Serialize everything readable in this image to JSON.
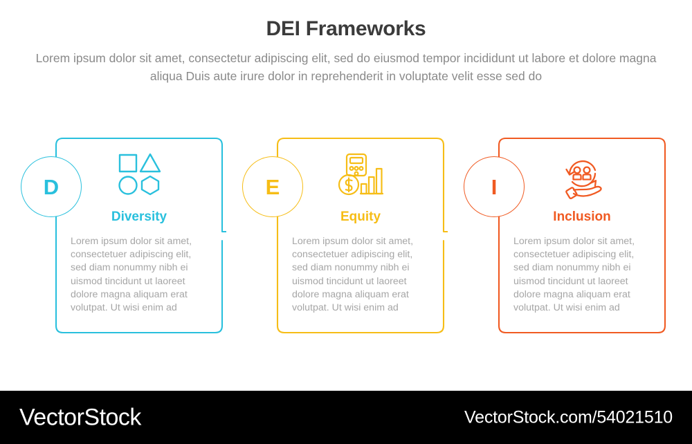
{
  "header": {
    "title": "DEI Frameworks",
    "subtitle": "Lorem ipsum dolor sit amet, consectetur adipiscing elit, sed do eiusmod tempor incididunt ut labore et dolore magna aliqua Duis aute irure dolor in reprehenderit in voluptate velit esse sed do"
  },
  "colors": {
    "diversity": "#29c0dd",
    "equity": "#f6bd16",
    "inclusion": "#f05a22",
    "title": "#3b3b3b",
    "subtitle": "#8a8a8a",
    "body": "#a6a6a6",
    "footer_bg": "#000000",
    "footer_text": "#ffffff"
  },
  "cards": [
    {
      "letter": "D",
      "heading": "Diversity",
      "body": "Lorem ipsum dolor sit amet, consectetuer adipiscing elit, sed diam nonummy nibh ei uismod tincidunt ut laoreet dolore magna aliquam erat volutpat. Ut wisi enim ad",
      "icon": "shapes-icon",
      "color": "#29c0dd",
      "has_arrow": true
    },
    {
      "letter": "E",
      "heading": "Equity",
      "body": "Lorem ipsum dolor sit amet, consectetuer adipiscing elit, sed diam nonummy nibh ei uismod tincidunt ut laoreet dolore magna aliquam erat volutpat. Ut wisi enim ad",
      "icon": "calculator-chart-dollar-icon",
      "color": "#f6bd16",
      "has_arrow": true
    },
    {
      "letter": "I",
      "heading": "Inclusion",
      "body": "Lorem ipsum dolor sit amet, consectetuer adipiscing elit, sed diam nonummy nibh ei uismod tincidunt ut laoreet dolore magna aliquam erat volutpat. Ut wisi enim ad",
      "icon": "people-cycle-hand-icon",
      "color": "#f05a22",
      "has_arrow": false
    }
  ],
  "footer": {
    "brand": "VectorStock",
    "url": "VectorStock.com/54021510"
  }
}
